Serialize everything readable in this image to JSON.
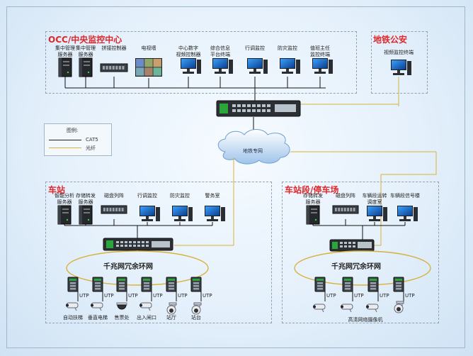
{
  "occ": {
    "title": "OCC/中央监控中心",
    "devices": [
      {
        "label": "集中管理\n服务器",
        "icon": "server-icon"
      },
      {
        "label": "集中管理\n服务器",
        "icon": "server-icon"
      },
      {
        "label": "拼接控制器",
        "icon": "controller-icon"
      },
      {
        "label": "电视墙",
        "icon": "video-wall-icon"
      },
      {
        "label": "中心数字\n视频控制器",
        "icon": "computer-icon"
      },
      {
        "label": "综合信息\n平台终端",
        "icon": "computer-icon"
      },
      {
        "label": "行调监控",
        "icon": "computer-icon"
      },
      {
        "label": "防灾监控",
        "icon": "computer-icon"
      },
      {
        "label": "值班主任\n监控终端",
        "icon": "computer-icon"
      }
    ]
  },
  "police": {
    "title": "地铁公安",
    "devices": [
      {
        "label": "视频监控终端",
        "icon": "computer-icon"
      }
    ]
  },
  "network": {
    "label": "地铁专网"
  },
  "legend": {
    "title": "图例:",
    "items": [
      {
        "label": "CAT5",
        "color": "#222222"
      },
      {
        "label": "光纤",
        "color": "#d9b13a"
      }
    ]
  },
  "station": {
    "title": "车站",
    "devices": [
      {
        "label": "智能分析\n服务器",
        "icon": "server-icon"
      },
      {
        "label": "存储转发\n服务器",
        "icon": "server-icon"
      },
      {
        "label": "磁盘列阵",
        "icon": "disk-array-icon"
      },
      {
        "label": "行调监控",
        "icon": "computer-icon"
      },
      {
        "label": "防灾监控",
        "icon": "computer-icon"
      },
      {
        "label": "警务室",
        "icon": "computer-icon"
      }
    ],
    "ring": "千兆网冗余环网",
    "utp": "UTP",
    "cameras": [
      {
        "label": "自动扶梯",
        "icon": "bullet-camera-icon"
      },
      {
        "label": "垂直电梯",
        "icon": "bullet-camera-icon"
      },
      {
        "label": "售票处",
        "icon": "dome-camera-icon"
      },
      {
        "label": "出入闸口",
        "icon": "bullet-camera-icon"
      },
      {
        "label": "站厅",
        "icon": "speed-dome-icon"
      },
      {
        "label": "站台",
        "icon": "speed-dome-icon"
      }
    ]
  },
  "depot": {
    "title": "车站段/停车场",
    "devices": [
      {
        "label": "存储转发\n服务器",
        "icon": "server-icon"
      },
      {
        "label": "磁盘列阵",
        "icon": "disk-array-icon"
      },
      {
        "label": "车辆段运转\n调度室",
        "icon": "computer-icon"
      },
      {
        "label": "车辆段信号楼",
        "icon": "computer-icon"
      }
    ],
    "ring": "千兆网冗余环网",
    "utp": "UTP",
    "camera_label": "高清网络摄像机"
  }
}
